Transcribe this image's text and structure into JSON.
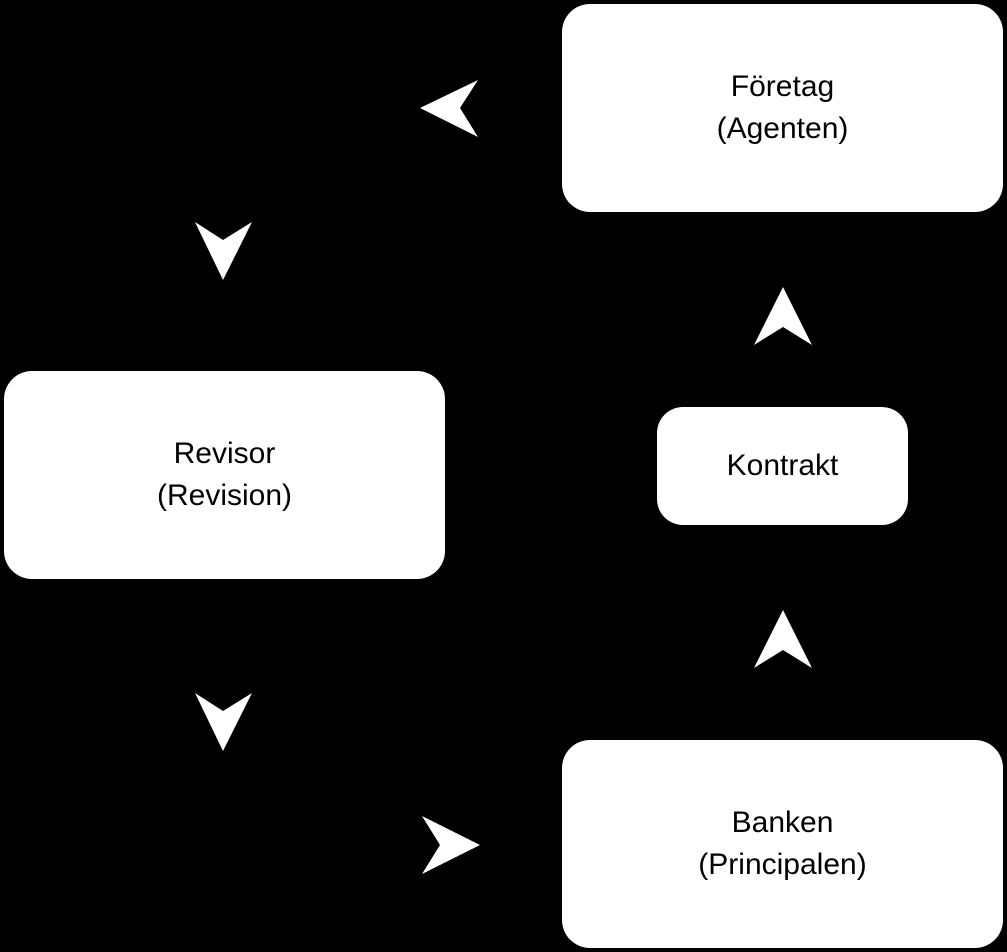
{
  "diagram": {
    "nodes": [
      {
        "id": "foretag",
        "line1": "Företag",
        "line2": "(Agenten)"
      },
      {
        "id": "revisor",
        "line1": "Revisor",
        "line2": "(Revision)"
      },
      {
        "id": "kontrakt",
        "line1": "Kontrakt"
      },
      {
        "id": "banken",
        "line1": "Banken",
        "line2": "(Principalen)"
      }
    ],
    "edges": [
      {
        "from": "foretag",
        "to": "revisor",
        "direction": "left"
      },
      {
        "from": "foretag",
        "to": "revisor",
        "direction": "down"
      },
      {
        "from": "kontrakt",
        "to": "foretag",
        "direction": "up"
      },
      {
        "from": "banken",
        "to": "kontrakt",
        "direction": "up"
      },
      {
        "from": "revisor",
        "to": "banken",
        "direction": "down"
      },
      {
        "from": "revisor",
        "to": "banken",
        "direction": "right"
      }
    ],
    "colors": {
      "background": "#000000",
      "node_fill": "#ffffff",
      "text": "#000000",
      "arrowhead": "#ffffff"
    }
  }
}
